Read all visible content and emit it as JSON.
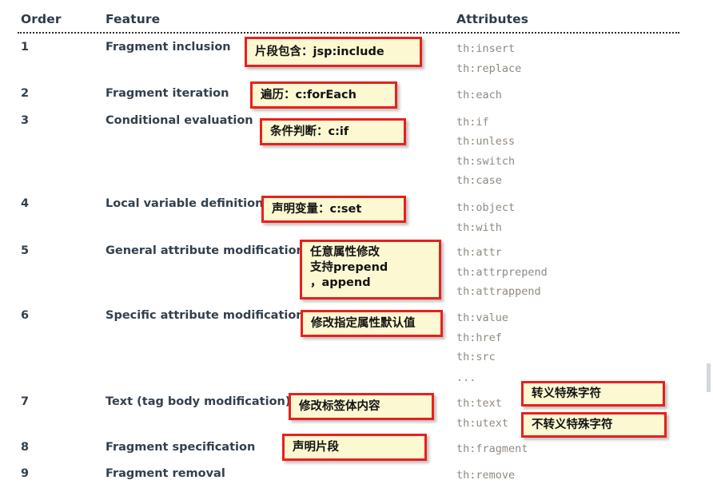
{
  "table": {
    "headers": {
      "order": "Order",
      "feature": "Feature",
      "attributes": "Attributes"
    },
    "rows": [
      {
        "order": "1",
        "feature": "Fragment inclusion",
        "attributes": [
          "th:insert",
          "th:replace"
        ]
      },
      {
        "order": "2",
        "feature": "Fragment iteration",
        "attributes": [
          "th:each"
        ]
      },
      {
        "order": "3",
        "feature": "Conditional evaluation",
        "attributes": [
          "th:if",
          "th:unless",
          "th:switch",
          "th:case"
        ]
      },
      {
        "order": "4",
        "feature": "Local variable definition",
        "attributes": [
          "th:object",
          "th:with"
        ]
      },
      {
        "order": "5",
        "feature": "General attribute modification",
        "attributes": [
          "th:attr",
          "th:attrprepend",
          "th:attrappend"
        ]
      },
      {
        "order": "6",
        "feature": "Specific attribute modification",
        "attributes": [
          "th:value",
          "th:href",
          "th:src",
          "..."
        ]
      },
      {
        "order": "7",
        "feature": "Text (tag body modification)",
        "attributes": [
          "th:text",
          "th:utext"
        ]
      },
      {
        "order": "8",
        "feature": "Fragment specification",
        "attributes": [
          "th:fragment"
        ]
      },
      {
        "order": "9",
        "feature": "Fragment removal",
        "attributes": [
          "th:remove"
        ]
      }
    ]
  },
  "callouts": [
    {
      "id": "fragment-inclusion",
      "text": "片段包含：jsp:include"
    },
    {
      "id": "fragment-iteration",
      "text": "遍历：c:forEach"
    },
    {
      "id": "conditional",
      "text": "条件判断：c:if"
    },
    {
      "id": "local-variable",
      "text": "声明变量：c:set"
    },
    {
      "id": "general-attribute",
      "text": "任意属性修改\n支持prepend\n，append"
    },
    {
      "id": "specific-attribute",
      "text": "修改指定属性默认值"
    },
    {
      "id": "tag-body",
      "text": "修改标签体内容"
    },
    {
      "id": "fragment-spec",
      "text": "声明片段"
    },
    {
      "id": "escaped-text",
      "text": "转义特殊字符"
    },
    {
      "id": "unescaped-text",
      "text": "不转义特殊字符"
    }
  ],
  "colors": {
    "callout_border": "#e8201c",
    "callout_fill": "#fbf8d2",
    "text": "#33404d",
    "attribute_text": "#918981",
    "background": "#ffffff"
  }
}
